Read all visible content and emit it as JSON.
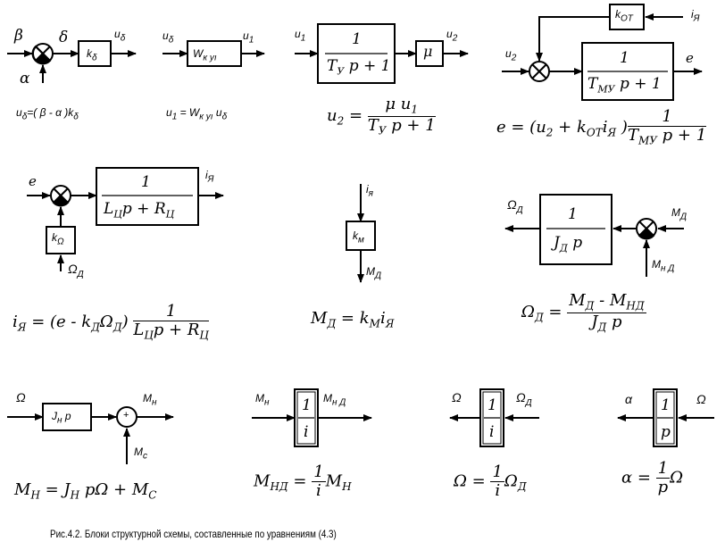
{
  "caption": "Рис.4.2. Блоки структурной схемы, составленные по уравнениям (4.3)",
  "blocks": {
    "b1": {
      "in1": "β",
      "in2": "α",
      "sum_out": "δ",
      "gain": "k",
      "gain_sub": "δ",
      "out": "u",
      "out_sub": "δ",
      "eq": "u",
      "eq_sub": "δ",
      "eq_rhs": "=(  β  - α )k",
      "eq_rhs_sub": "δ"
    },
    "b2": {
      "in": "u",
      "in_sub": "δ",
      "block": "W",
      "block_sub": "к уı",
      "out": "u",
      "out_sub": "1",
      "eq": "u",
      "eq_sub": "1",
      "eq_mid": " =  W",
      "eq_mid_sub": "к уı",
      "eq_end": "u",
      "eq_end_sub": "δ"
    },
    "b3": {
      "in": "u",
      "in_sub": "1",
      "num": "1",
      "den": "T",
      "den_sub": "У",
      "den_tail": "p + 1",
      "gain": "μ",
      "out": "u",
      "out_sub": "2",
      "eq_lhs": "u",
      "eq_lhs_sub": "2",
      "eq_num": "μ u",
      "eq_num_sub": "1",
      "eq_den": "T",
      "eq_den_sub": "У",
      "eq_den_tail": "p + 1"
    },
    "b4": {
      "fb_gain": "k",
      "fb_gain_sub": "ОТ",
      "fb_in": "i",
      "fb_in_sub": "Я",
      "in": "u",
      "in_sub": "2",
      "num": "1",
      "den": "T",
      "den_sub": "МУ",
      "den_tail": "p + 1",
      "out": "e",
      "eq": "e = (u",
      "eq_s1": "2",
      "eq_m": " + k",
      "eq_s2": "ОТ",
      "eq_m2": "i",
      "eq_s3": "Я",
      "eq_end": " )",
      "eq_num": "1",
      "eq_den": "T",
      "eq_den_sub": "МУ",
      "eq_den_tail": "p + 1"
    },
    "b5": {
      "in": "e",
      "num": "1",
      "den": "L",
      "den_s1": "Ц",
      "den_m": "p + R",
      "den_s2": "Ц",
      "out": "i",
      "out_sub": "Я",
      "fb_gain": "k",
      "fb_gain_sub": "Ω",
      "fb_in": "Ω",
      "fb_in_sub": "Д",
      "eq_lhs": "i",
      "eq_lhs_sub": "Я",
      "eq_mid": "= (e -  k",
      "eq_mid_s1": "Д",
      "eq_mid2": "Ω",
      "eq_mid_s2": "Д",
      "eq_mid3": ")",
      "eq_num": "1",
      "eq_den": "L",
      "eq_den_s1": "Ц",
      "eq_den_m": "p + R",
      "eq_den_s2": "Ц"
    },
    "b6": {
      "in": "i",
      "in_sub": "я",
      "gain": "k",
      "gain_sub": "м",
      "out": "M",
      "out_sub": "Д",
      "eq_lhs": "M",
      "eq_lhs_sub": "Д",
      "eq_rhs": " = k",
      "eq_rhs_s1": "М",
      "eq_rhs2": "i",
      "eq_rhs_s2": "Я"
    },
    "b7": {
      "out": "Ω",
      "out_sub": "Д",
      "num": "1",
      "den": "J",
      "den_sub": "Д",
      "den_tail": "p",
      "in": "M",
      "in_sub": "Д",
      "in2": "M",
      "in2_sub": "н Д",
      "eq_lhs": "Ω",
      "eq_lhs_sub": "Д",
      "eq_num": "M",
      "eq_num_s1": "Д",
      "eq_num_m": " -  M",
      "eq_num_s2": "НД",
      "eq_den": "J",
      "eq_den_sub": "Д",
      "eq_den_tail": " p"
    },
    "b8": {
      "in": "Ω",
      "block": "J",
      "block_sub": "н",
      "block_tail": " p",
      "sum_sign": "+",
      "out": "M",
      "out_sub": "н",
      "in2": "M",
      "in2_sub": "с",
      "eq_lhs": "M",
      "eq_lhs_sub": "Н",
      "eq_rhs": " = J",
      "eq_rhs_s1": "Н",
      "eq_rhs2": " pΩ + M",
      "eq_rhs_s2": "C"
    },
    "b9": {
      "in": "M",
      "in_sub": "н",
      "num": "1",
      "den": "i",
      "out": "M",
      "out_sub": "н Д",
      "eq_lhs": "M",
      "eq_lhs_sub": "НД",
      "eq_eq": " = ",
      "eq_num": "1",
      "eq_den": "i",
      "eq_tail": "M",
      "eq_tail_sub": "Н"
    },
    "b10": {
      "out": "Ω",
      "num": "1",
      "den": "i",
      "in": "Ω",
      "in_sub": "Д",
      "eq_lhs": "Ω",
      "eq_eq": " = ",
      "eq_num": "1",
      "eq_den": "i",
      "eq_tail": "Ω",
      "eq_tail_sub": "Д"
    },
    "b11": {
      "out": "α",
      "num": "1",
      "den": "p",
      "in": "Ω",
      "eq_lhs": "α",
      "eq_eq": " = ",
      "eq_num": "1",
      "eq_den": "p",
      "eq_tail": "Ω"
    }
  }
}
